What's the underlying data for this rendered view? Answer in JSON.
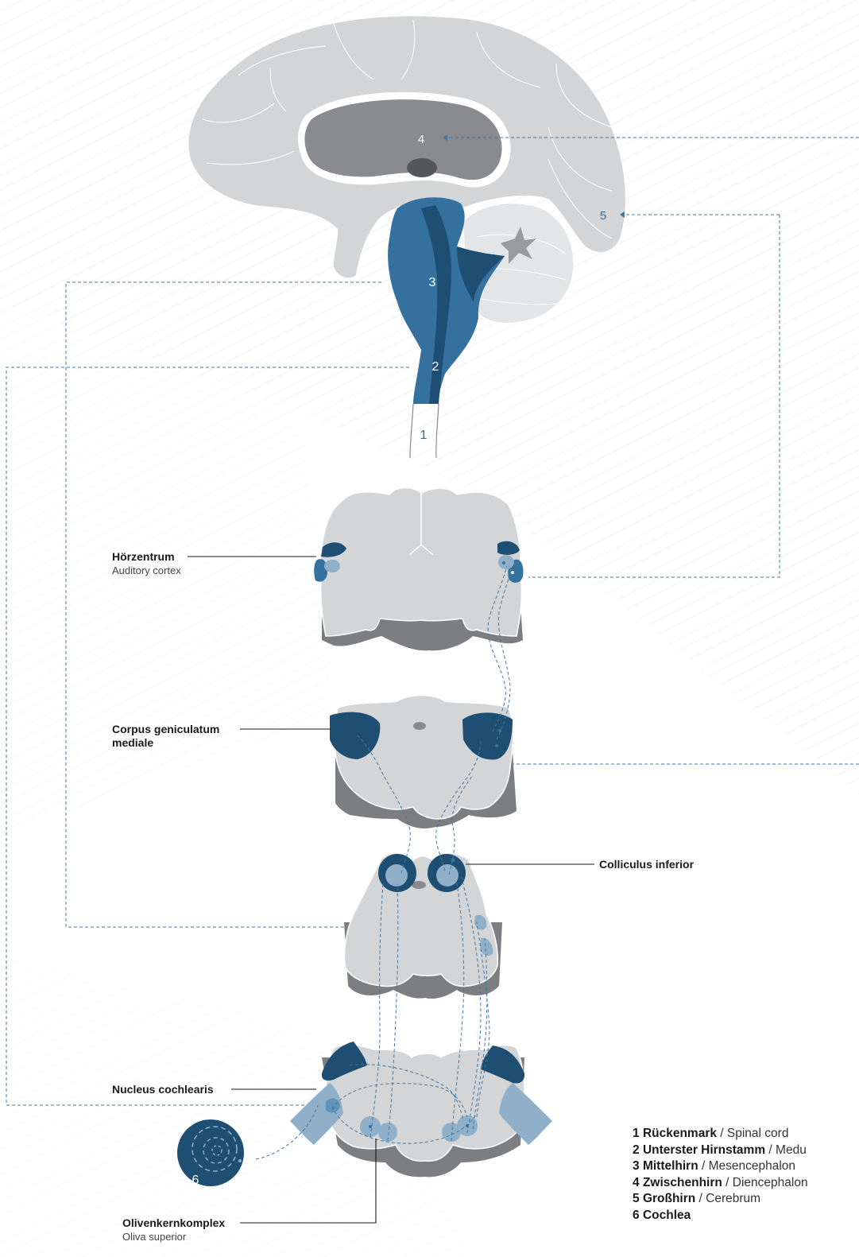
{
  "colors": {
    "blue": "#35719f",
    "dark_blue": "#1f4e73",
    "light_blue": "#8fb0c8",
    "gray_light": "#d4d5d7",
    "gray_mid": "#8a8b8e",
    "gray_shadow": "#7d7e81",
    "dash_blue": "#3f78a6"
  },
  "brain_numbers": [
    "1",
    "2",
    "3",
    "4",
    "5"
  ],
  "cochlea_number": "6",
  "labels": {
    "auditory_cortex": {
      "de": "Hörzentrum",
      "en": "Auditory cortex"
    },
    "mgn": {
      "de_line1": "Corpus geniculatum",
      "de_line2": "mediale"
    },
    "colliculus": {
      "de": "Colliculus inferior"
    },
    "nucleus_cochlearis": {
      "de": "Nucleus cochlearis"
    },
    "olive": {
      "de": "Olivenkernkomplex",
      "en": "Oliva superior"
    }
  },
  "legend": [
    {
      "num": "1",
      "de": "Rückenmark",
      "sep": " / ",
      "en": "Spinal cord"
    },
    {
      "num": "2",
      "de": "Unterster Hirnstamm",
      "sep": " / ",
      "en": "Medu"
    },
    {
      "num": "3",
      "de": "Mittelhirn",
      "sep": " / ",
      "en": "Mesencephalon"
    },
    {
      "num": "4",
      "de": "Zwischenhirn",
      "sep": " / ",
      "en": "Diencephalon"
    },
    {
      "num": "5",
      "de": "Großhirn",
      "sep": " / ",
      "en": "Cerebrum"
    },
    {
      "num": "6",
      "de": "Cochlea",
      "sep": "",
      "en": ""
    }
  ]
}
